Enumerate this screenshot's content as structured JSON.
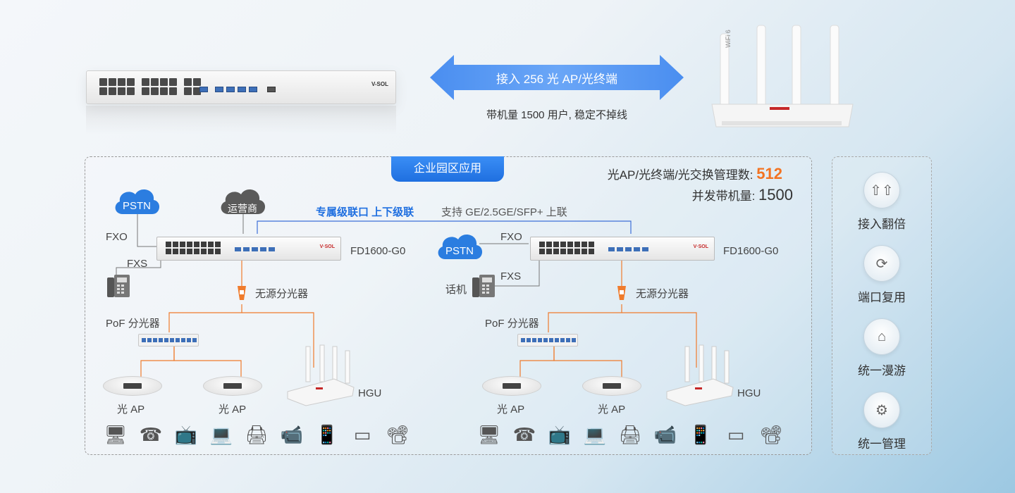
{
  "top": {
    "olt_brand": "V-SOL",
    "arrow_label": "接入 256 光 AP/光终端",
    "arrow_sub": "带机量 1500 用户, 稳定不掉线",
    "router_badge": "WiFi 6",
    "arrow_color": "#3d86f2"
  },
  "enterprise": {
    "tab_label": "企业园区应用",
    "stat1_label": "光AP/光终端/光交换管理数:",
    "stat1_value": "512",
    "stat2_label": "并发带机量:",
    "stat2_value": "1500",
    "uplink_bold": "专属级联口 上下级联",
    "uplink_note": "支持 GE/2.5GE/SFP+ 上联",
    "left": {
      "pstn": "PSTN",
      "carrier": "运营商",
      "fxo": "FXO",
      "fxs": "FXS",
      "switch_name": "FD1600-G0",
      "splitter": "无源分光器",
      "poe": "PoF 分光器",
      "ap1": "光 AP",
      "ap2": "光 AP",
      "hgu": "HGU"
    },
    "right": {
      "pstn": "PSTN",
      "fxo": "FXO",
      "fxs": "FXS",
      "phone": "话机",
      "switch_name": "FD1600-G0",
      "splitter": "无源分光器",
      "poe": "PoF 分光器",
      "ap1": "光 AP",
      "ap2": "光 AP",
      "hgu": "HGU"
    },
    "terminals": [
      "desktop-icon",
      "phone-icon",
      "tv-icon",
      "laptop-icon",
      "printer-icon",
      "camera-icon",
      "mobile-icon",
      "tablet-icon",
      "projector-icon"
    ]
  },
  "side": {
    "items": [
      {
        "label": "接入翻倍",
        "icon": "double-arrow-icon"
      },
      {
        "label": "端口复用",
        "icon": "port-cycle-icon"
      },
      {
        "label": "统一漫游",
        "icon": "router-roam-icon"
      },
      {
        "label": "统一管理",
        "icon": "manage-icon"
      }
    ]
  }
}
